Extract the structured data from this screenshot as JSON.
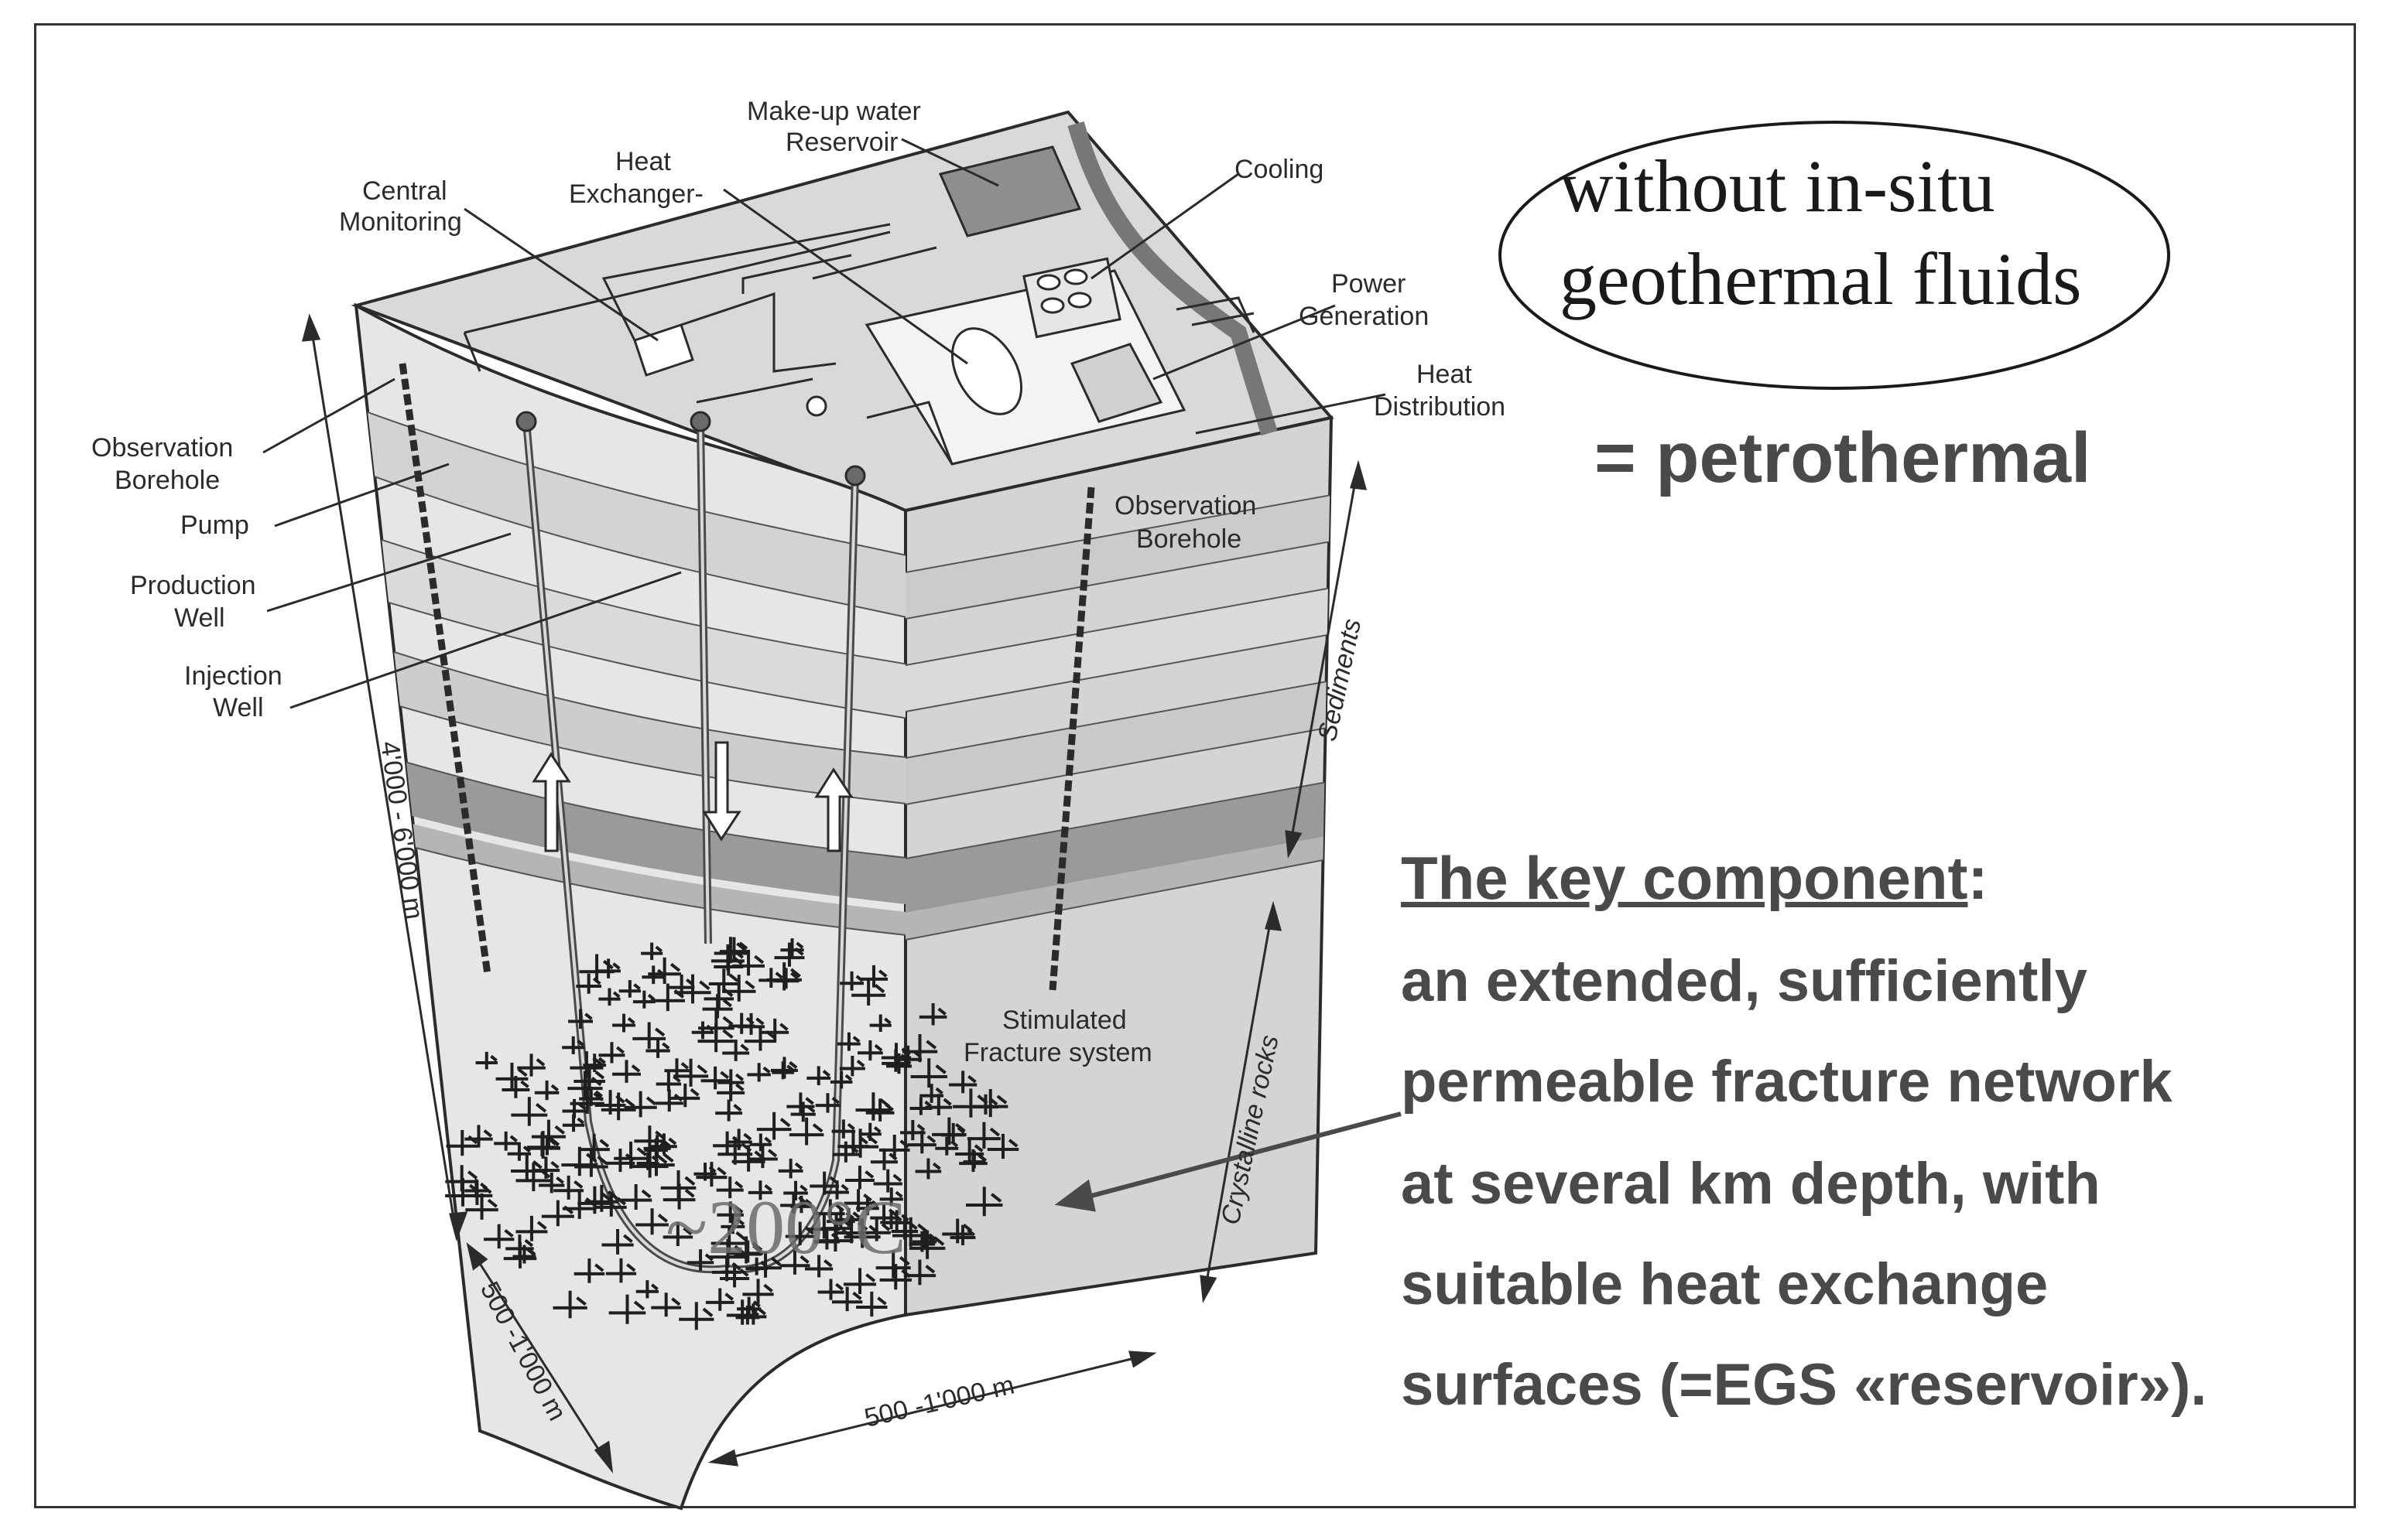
{
  "labels": {
    "makeup_water_1": "Make-up water",
    "makeup_water_2": "Reservoir",
    "heat_exchanger_1": "Heat",
    "heat_exchanger_2": "Exchanger-",
    "central_monitoring_1": "Central",
    "central_monitoring_2": "Monitoring",
    "cooling": "Cooling",
    "power_generation_1": "Power",
    "power_generation_2": "Generation",
    "heat_distribution_1": "Heat",
    "heat_distribution_2": "Distribution",
    "observation_borehole_left_1": "Observation",
    "observation_borehole_left_2": "Borehole",
    "pump": "Pump",
    "production_well_1": "Production",
    "production_well_2": "Well",
    "injection_well_1": "Injection",
    "injection_well_2": "Well",
    "observation_borehole_right_1": "Observation",
    "observation_borehole_right_2": "Borehole",
    "stimulated_fracture_1": "Stimulated",
    "stimulated_fracture_2": "Fracture system",
    "sediments": "Sediments",
    "crystalline_rocks": "Crystalline rocks",
    "depth": "4'000 - 6'000 m",
    "width_left": "500 -1'000 m",
    "width_bottom": "500 -1'000 m",
    "temperature": "~200°C"
  },
  "sidebar": {
    "ellipse_line1": "without in-situ",
    "ellipse_line2": "geothermal fluids",
    "petrothermal": "= petrothermal",
    "key_component_heading": "The key component",
    "key_component_colon": ":",
    "key_lines": [
      "an extended, sufficiently",
      "permeable fracture network",
      "at several km depth, with",
      "suitable heat exchange",
      "surfaces (=EGS «reservoir»)."
    ]
  },
  "colors": {
    "block_top": "#d9d9d9",
    "block_front": "#e3e3e3",
    "block_side": "#cfcfcf",
    "dark_band": "#9a9a9a",
    "line": "#2b2b2b",
    "text_gray": "#4a4a4a"
  }
}
